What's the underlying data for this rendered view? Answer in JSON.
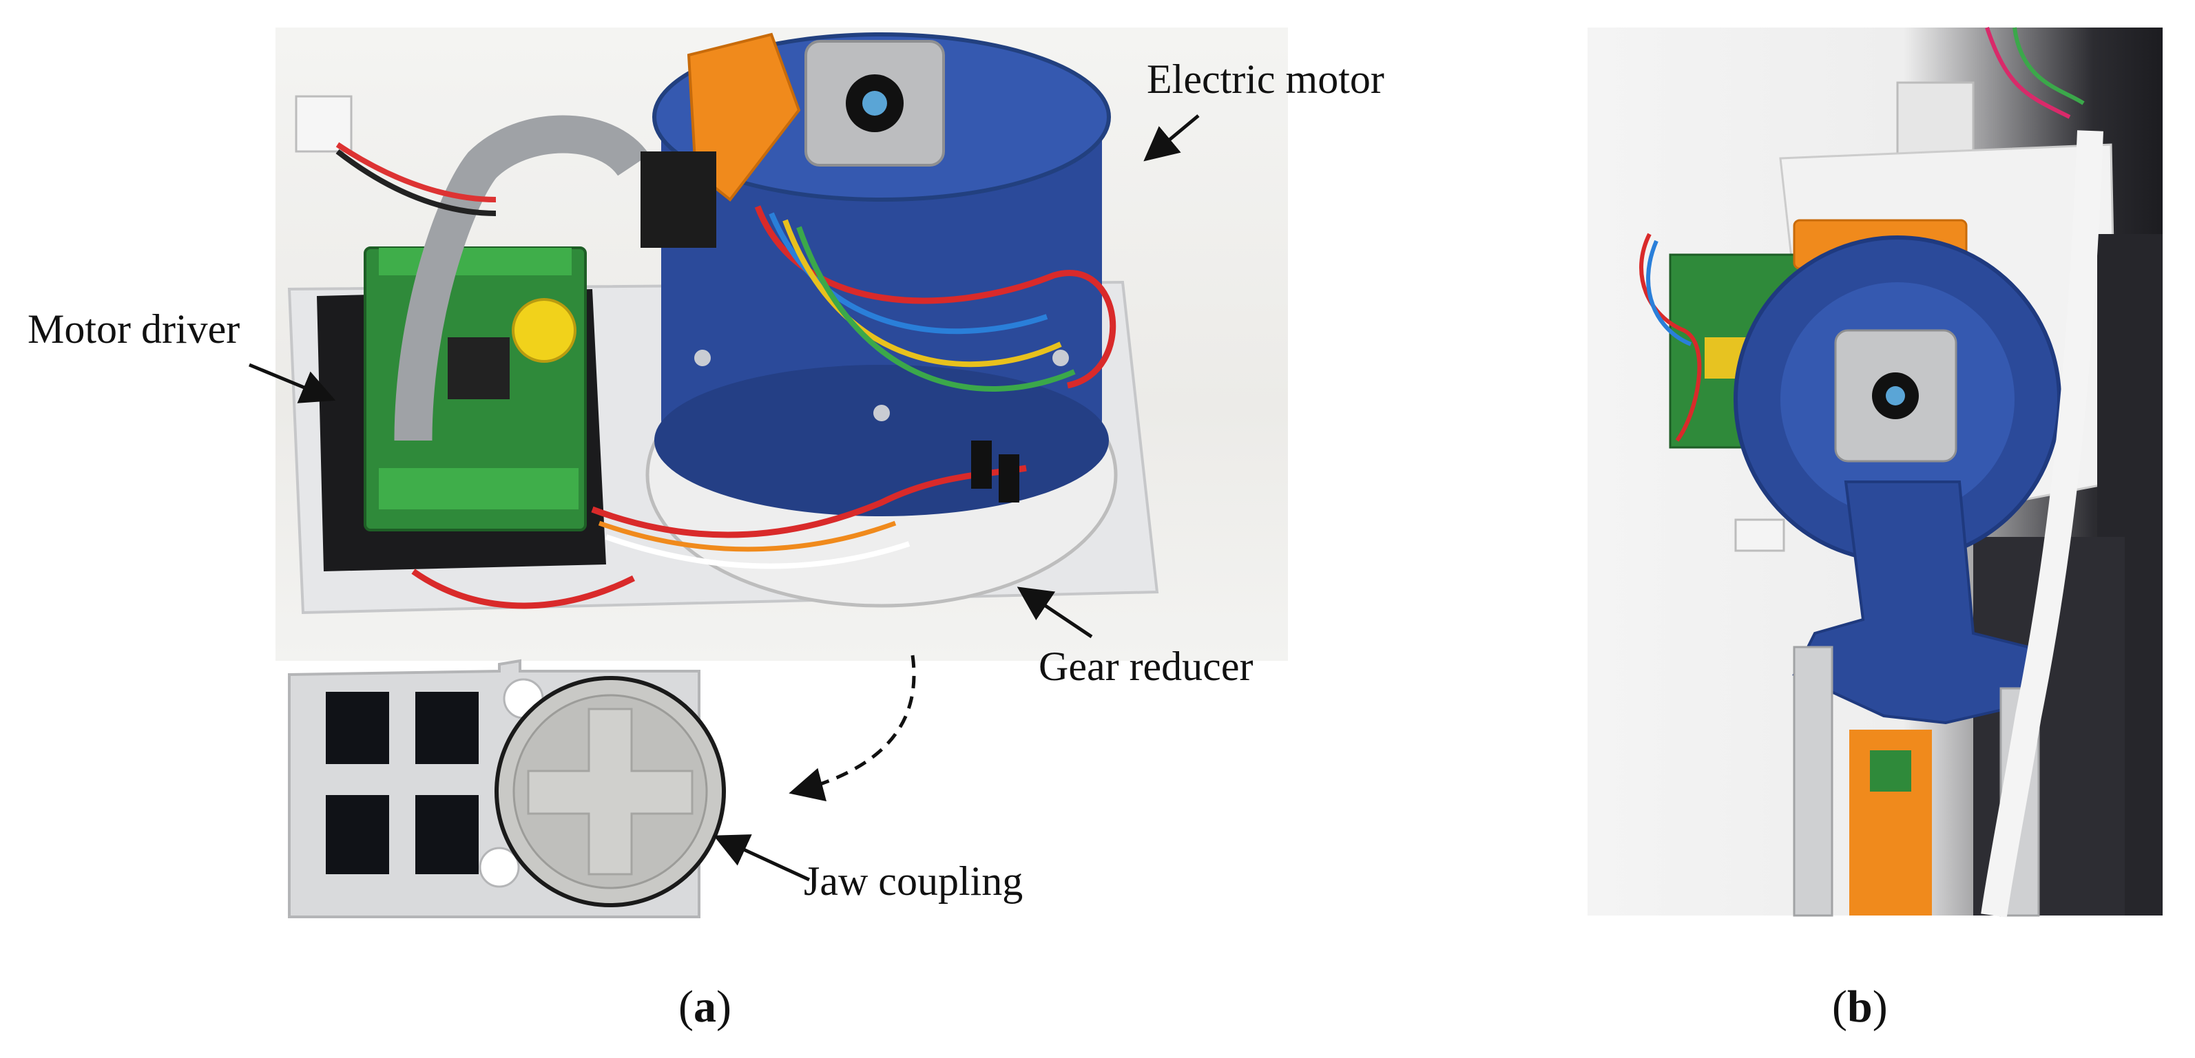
{
  "panel_a": {
    "labels": {
      "electric_motor": "Electric motor",
      "motor_driver": "Motor driver",
      "gear_reducer": "Gear reducer",
      "jaw_coupling": "Jaw coupling"
    },
    "caption": {
      "open": "(",
      "letter": "a",
      "close": ")"
    }
  },
  "panel_b": {
    "caption": {
      "open": "(",
      "letter": "b",
      "close": ")"
    }
  },
  "colors": {
    "motor_blue": "#2b4a9a",
    "board_green": "#2f8a3a",
    "bracket_orange": "#f08a1c",
    "plate_aluminum": "#d9dadc",
    "robot_dark": "#26262b"
  }
}
